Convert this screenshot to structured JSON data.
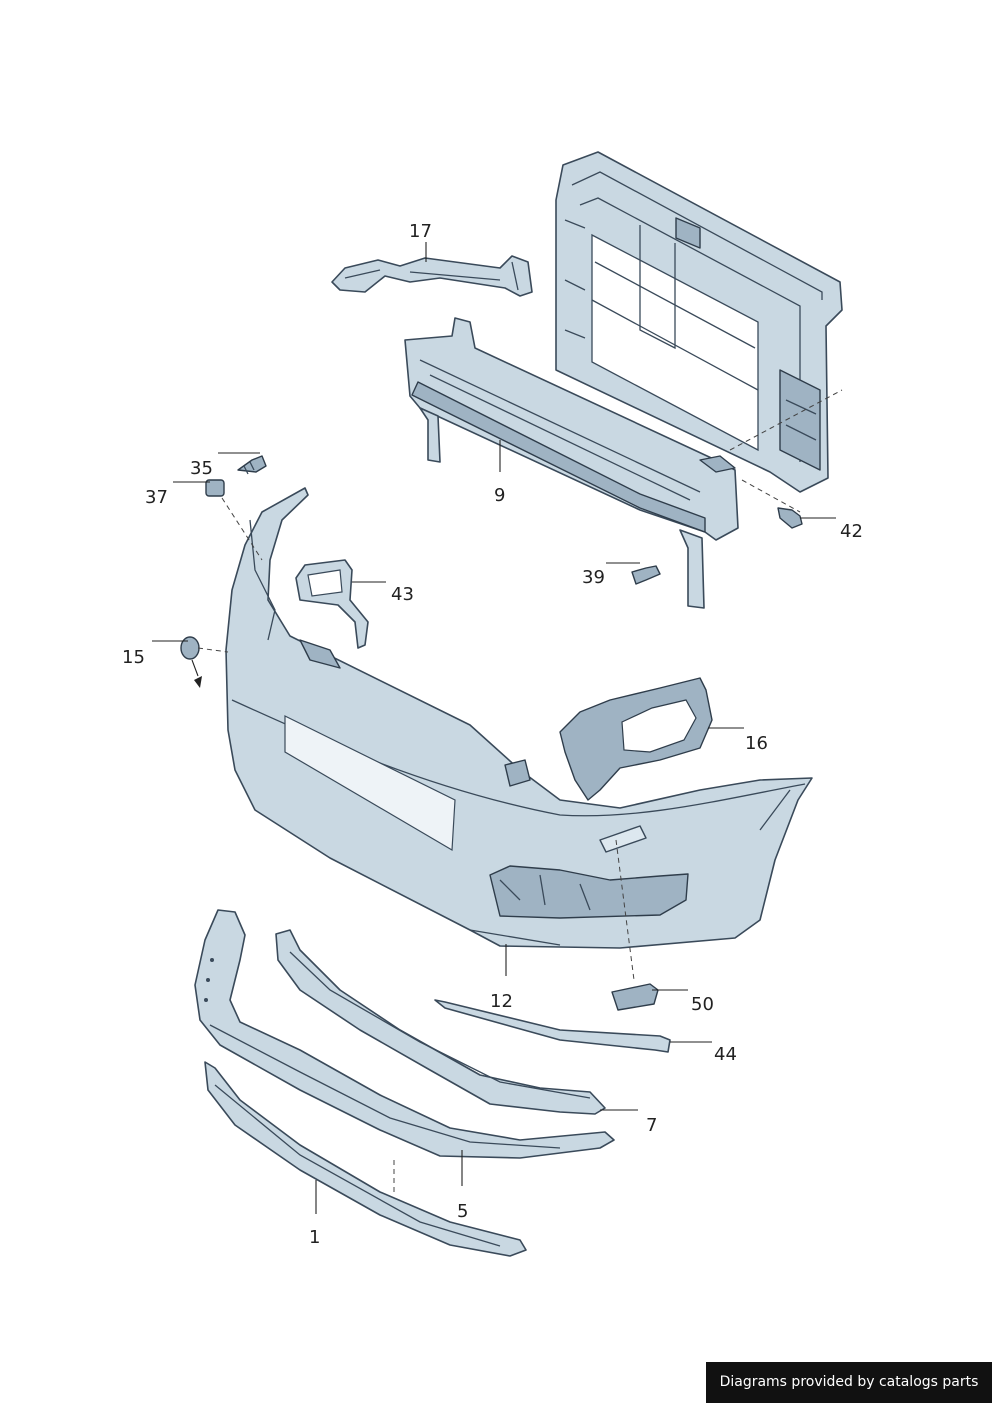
{
  "callouts": {
    "c17": "17",
    "c9": "9",
    "c35": "35",
    "c37": "37",
    "c42": "42",
    "c39": "39",
    "c43": "43",
    "c15": "15",
    "c16": "16",
    "c12": "12",
    "c50": "50",
    "c44": "44",
    "c7": "7",
    "c5": "5",
    "c1": "1"
  },
  "footer": {
    "credit": "Diagrams provided by catalogs parts"
  },
  "colors": {
    "part_fill": "#c9d8e2",
    "outline": "#3a4a5a",
    "credit_bg": "#111111"
  }
}
